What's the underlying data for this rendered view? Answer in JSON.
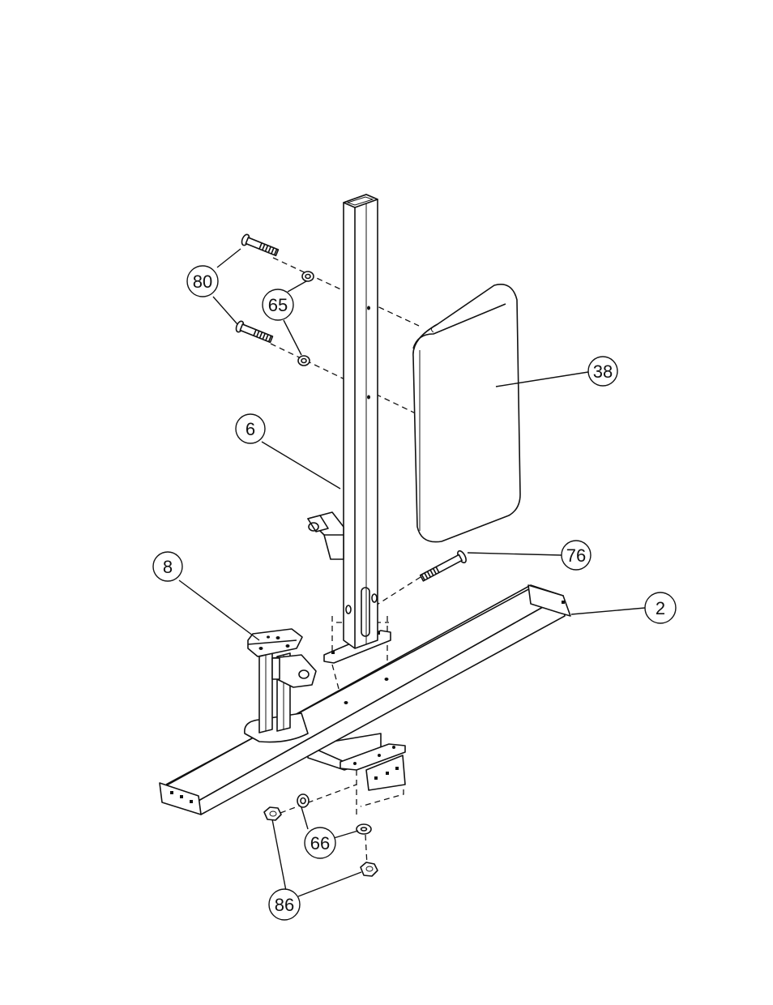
{
  "callouts": {
    "c80": "80",
    "c65": "65",
    "c38": "38",
    "c6": "6",
    "c76": "76",
    "c8": "8",
    "c2": "2",
    "c66": "66",
    "c86": "86"
  },
  "colors": {
    "line": "#111111",
    "background": "#ffffff"
  }
}
